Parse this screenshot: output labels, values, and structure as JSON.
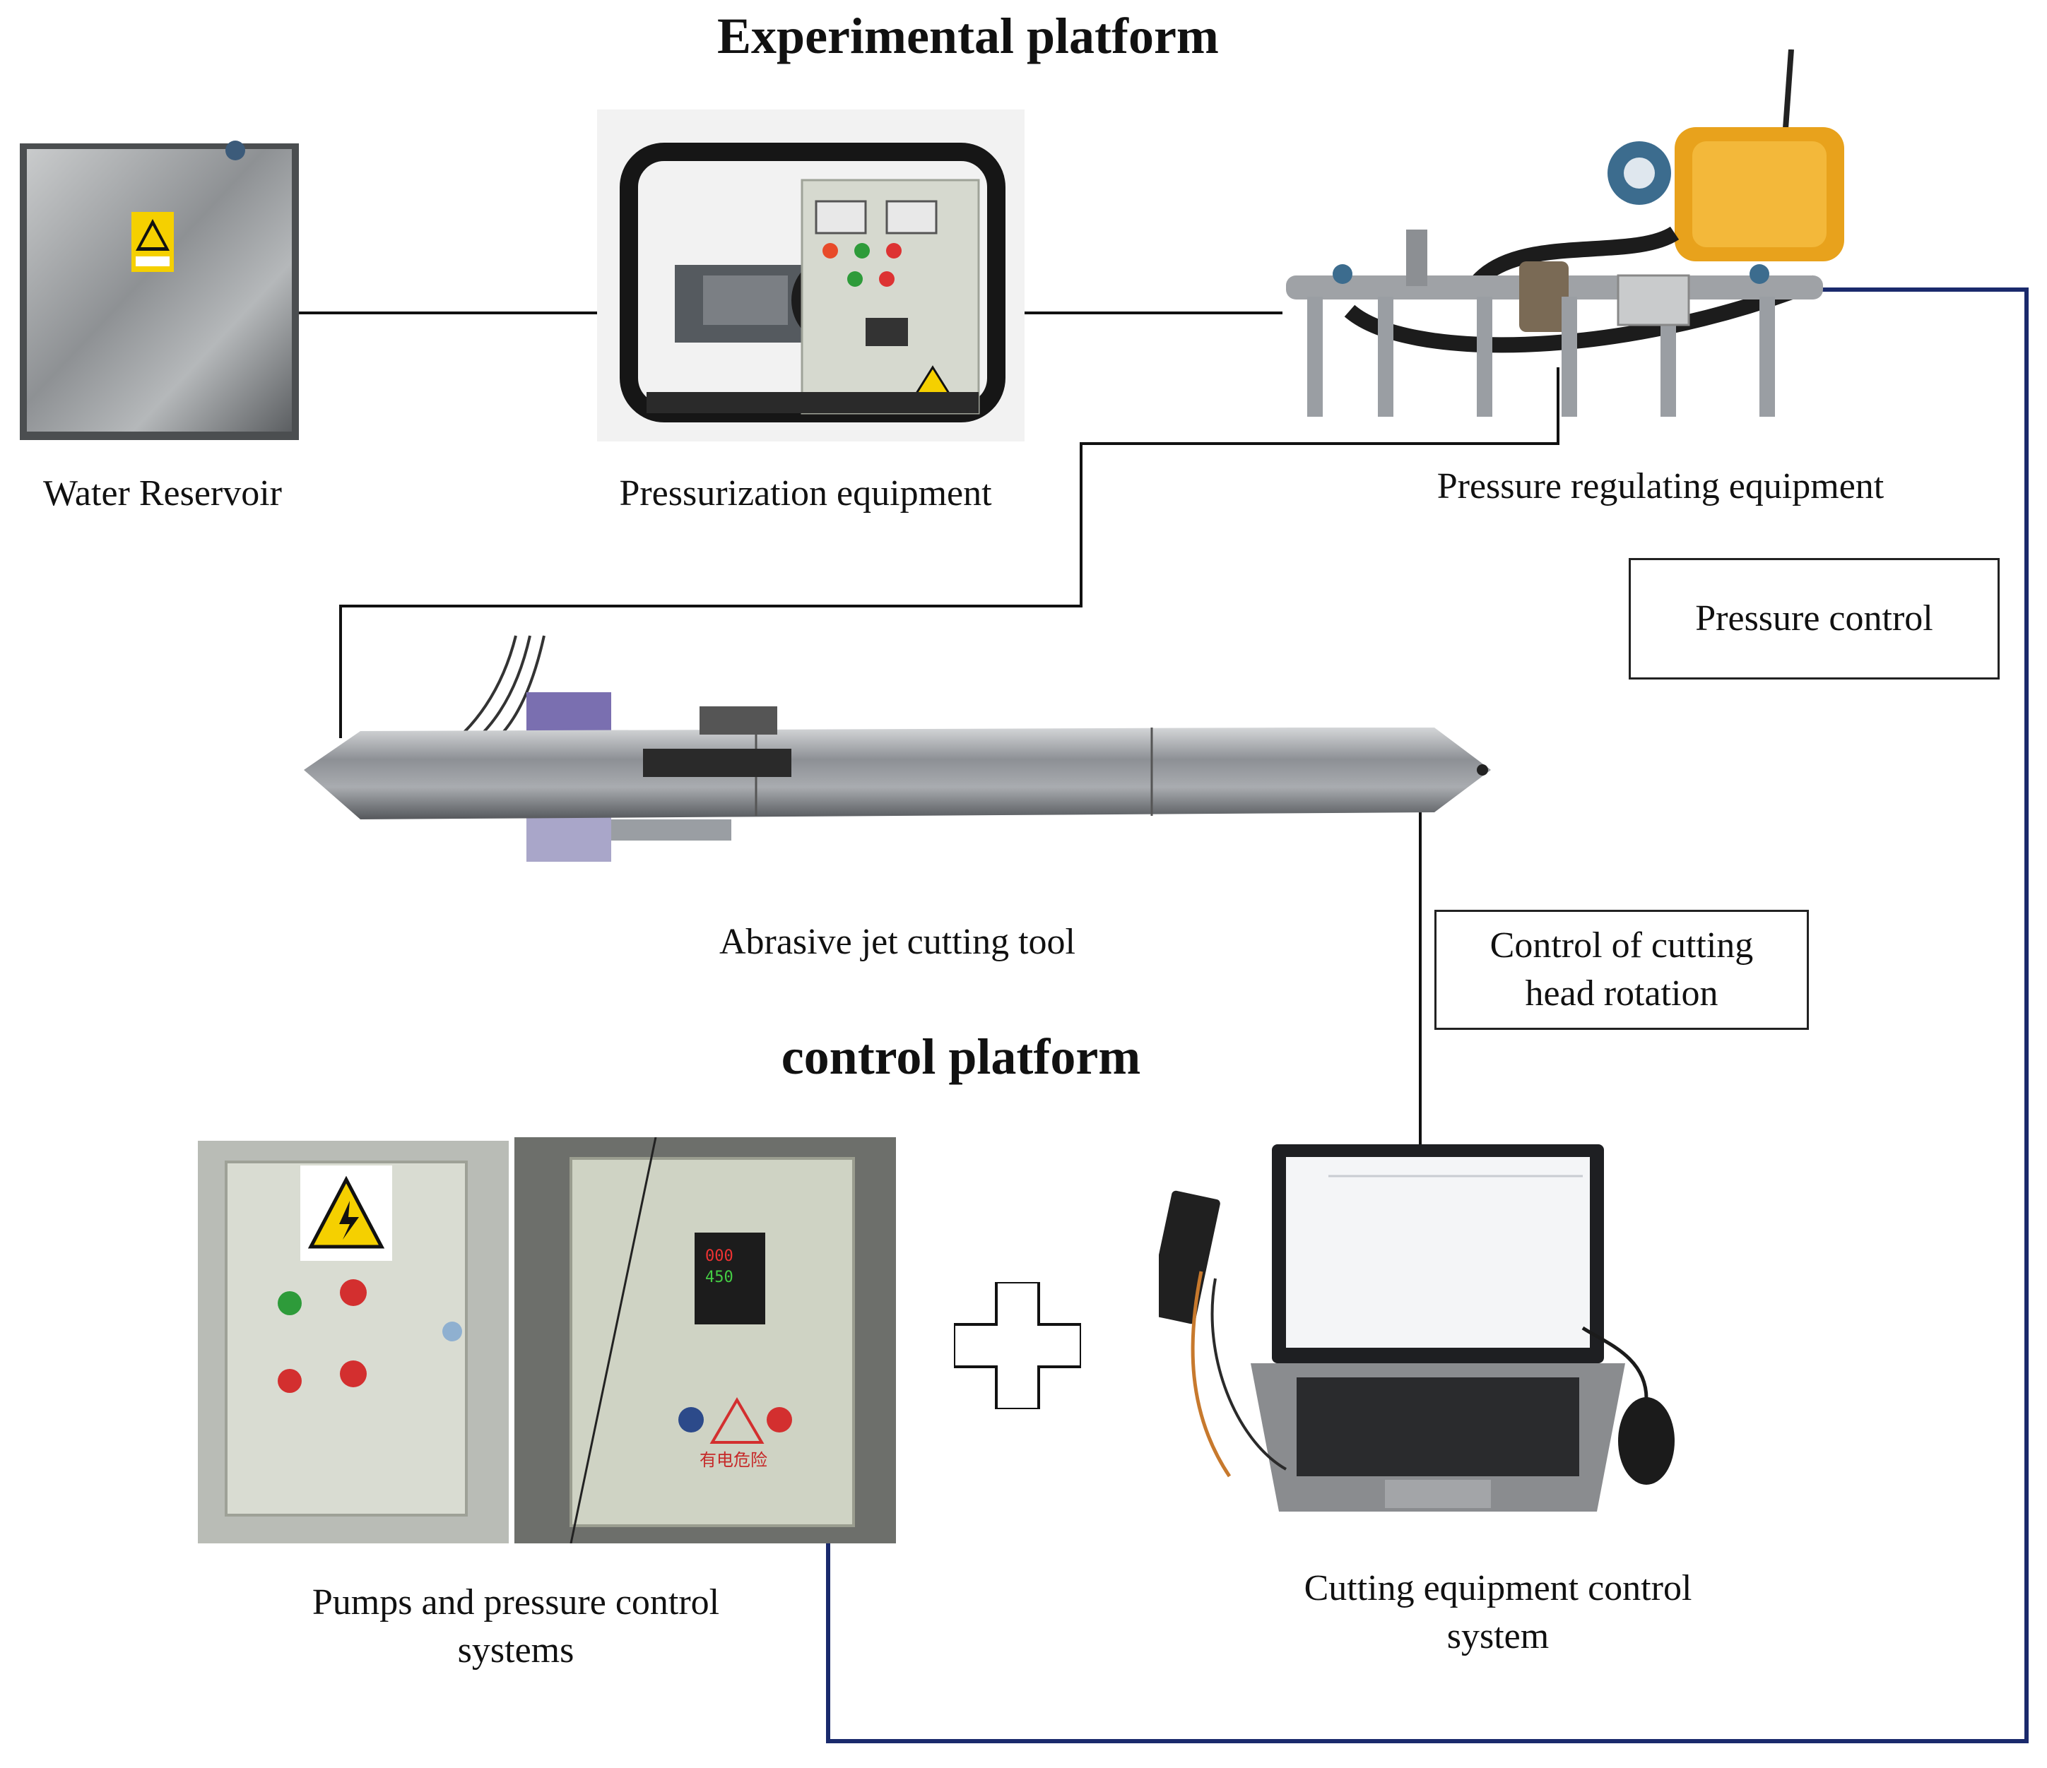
{
  "headings": {
    "experimental": "Experimental platform",
    "control": "control platform"
  },
  "captions": {
    "water_reservoir": "Water Reservoir",
    "pressurization": "Pressurization equipment",
    "pressure_regulating": "Pressure regulating equipment",
    "abrasive_tool": "Abrasive jet cutting tool",
    "pumps_line1": "Pumps and pressure control",
    "pumps_line2": "systems",
    "cutting_control_line1": "Cutting equipment control",
    "cutting_control_line2": "system"
  },
  "boxes": {
    "pressure_control": "Pressure control",
    "rotation_line1": "Control of cutting",
    "rotation_line2": "head rotation"
  },
  "photo_text": {
    "danger_sign": "有电危险"
  },
  "colors": {
    "connector": "#111111",
    "control_line": "#1a2a6c",
    "cabinet": "#d9dcd2",
    "steel": "#9a9ea3",
    "yellow_actuator": "#e8a21c",
    "warning_yellow": "#f5d000"
  }
}
